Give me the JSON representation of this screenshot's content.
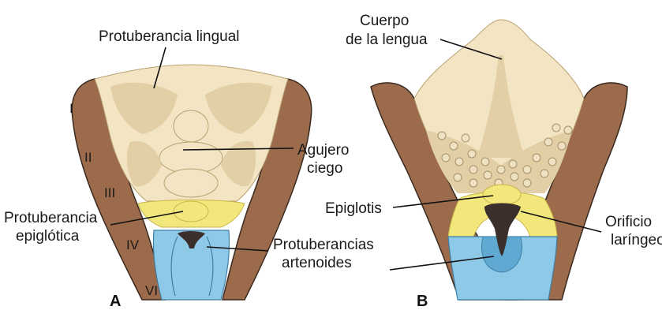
{
  "colors": {
    "arch": "#9c6b4b",
    "arch_stroke": "#3a2a20",
    "tongue": "#f3e4c4",
    "tongue_shade": "#e2cfa6",
    "epiglottic": "#f2e77a",
    "arytenoid": "#8fc9e8",
    "arytenoid_dark": "#5fa9d2",
    "opening": "#3a2f2a"
  },
  "panel_a": {
    "letter": "A",
    "labels": {
      "lingual_swelling": "Protuberancia lingual",
      "foramen_cecum_1": "Agujero",
      "foramen_cecum_2": "ciego",
      "epiglottic_swelling_1": "Protuberancia",
      "epiglottic_swelling_2": "epiglótica",
      "arytenoid_1": "Protuberancias",
      "arytenoid_2": "artenoides"
    },
    "arches": [
      "I",
      "II",
      "III",
      "IV",
      "VI"
    ]
  },
  "panel_b": {
    "letter": "B",
    "labels": {
      "tongue_body_1": "Cuerpo",
      "tongue_body_2": "de la lengua",
      "epiglottis": "Epiglotis",
      "laryngeal_orifice_1": "Orificio",
      "laryngeal_orifice_2": "laríngeo"
    }
  }
}
